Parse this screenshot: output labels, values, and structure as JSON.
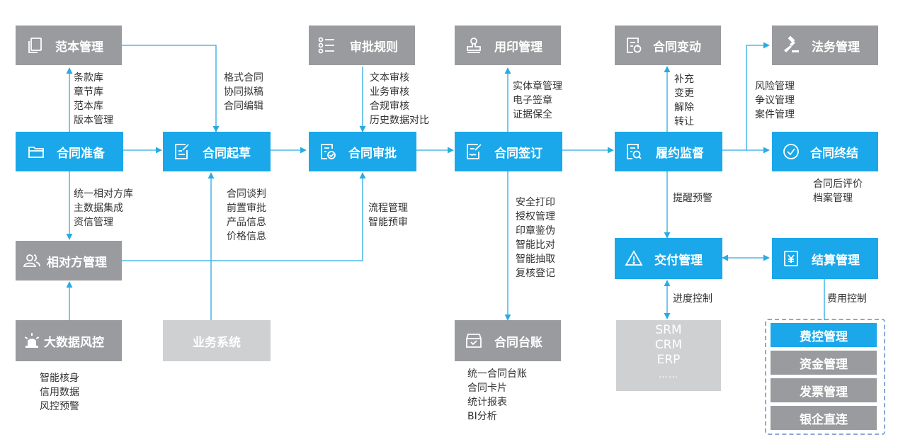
{
  "nodes": {
    "template_mgmt": {
      "label": "范本管理",
      "icon": "copy-icon"
    },
    "approval_rules": {
      "label": "审批规则",
      "icon": "list-icon"
    },
    "seal_mgmt": {
      "label": "用印管理",
      "icon": "stamp-icon"
    },
    "contract_change": {
      "label": "合同变动",
      "icon": "document-refresh-icon"
    },
    "legal_mgmt": {
      "label": "法务管理",
      "icon": "gavel-icon"
    },
    "contract_prep": {
      "label": "合同准备",
      "icon": "folder-icon"
    },
    "contract_draft": {
      "label": "合同起草",
      "icon": "edit-icon"
    },
    "contract_approval": {
      "label": "合同审批",
      "icon": "document-check-icon"
    },
    "contract_sign": {
      "label": "合同签订",
      "icon": "sign-icon"
    },
    "performance_monitor": {
      "label": "履约监督",
      "icon": "document-search-icon"
    },
    "contract_end": {
      "label": "合同终结",
      "icon": "check-circle-icon"
    },
    "counterparty_mgmt": {
      "label": "相对方管理",
      "icon": "users-icon"
    },
    "delivery_mgmt": {
      "label": "交付管理",
      "icon": "warning-icon"
    },
    "settlement_mgmt": {
      "label": "结算管理",
      "icon": "yen-document-icon"
    },
    "bigdata_risk": {
      "label": "大数据风控",
      "icon": "alarm-icon"
    },
    "business_system": {
      "label": "业务系统"
    },
    "contract_ledger": {
      "label": "合同台账",
      "icon": "tray-check-icon"
    }
  },
  "external_systems": [
    "SRM",
    "CRM",
    "ERP",
    "……"
  ],
  "settlement_items": [
    "费控管理",
    "资金管理",
    "发票管理",
    "银企直连"
  ],
  "annotations": {
    "prep_top": [
      "条款库",
      "章节库",
      "范本库",
      "版本管理"
    ],
    "draft_top": [
      "格式合同",
      "协同拟稿",
      "合同编辑"
    ],
    "approval_top": [
      "文本审核",
      "业务审核",
      "合规审核",
      "历史数据对比"
    ],
    "sign_top": [
      "实体章管理",
      "电子签章",
      "证据保全"
    ],
    "monitor_top": [
      "补充",
      "变更",
      "解除",
      "转让"
    ],
    "legal_side": [
      "风险管理",
      "争议管理",
      "案件管理"
    ],
    "end_bottom": [
      "合同后评价",
      "档案管理"
    ],
    "prep_bottom": [
      "统一相对方库",
      "主数据集成",
      "资信管理"
    ],
    "draft_bottom": [
      "合同谈判",
      "前置审批",
      "产品信息",
      "价格信息"
    ],
    "approval_bottom": [
      "流程管理",
      "智能预审"
    ],
    "sign_bottom": [
      "安全打印",
      "授权管理",
      "印章鉴伪",
      "智能比对",
      "智能抽取",
      "复核登记"
    ],
    "monitor_bottom": [
      "提醒预警"
    ],
    "delivery_bottom": [
      "进度控制"
    ],
    "settlement_bottom": [
      "费用控制"
    ],
    "risk_bottom": [
      "智能核身",
      "信用数据",
      "风控预警"
    ],
    "ledger_bottom": [
      "统一合同台账",
      "合同卡片",
      "统计报表",
      "BI分析"
    ]
  },
  "colors": {
    "blue": "#1aa8ea",
    "gray": "#9a9b9e",
    "light_gray": "#cfd0d2",
    "line": "#29abe2",
    "dashed_border": "#8aa8d8"
  }
}
